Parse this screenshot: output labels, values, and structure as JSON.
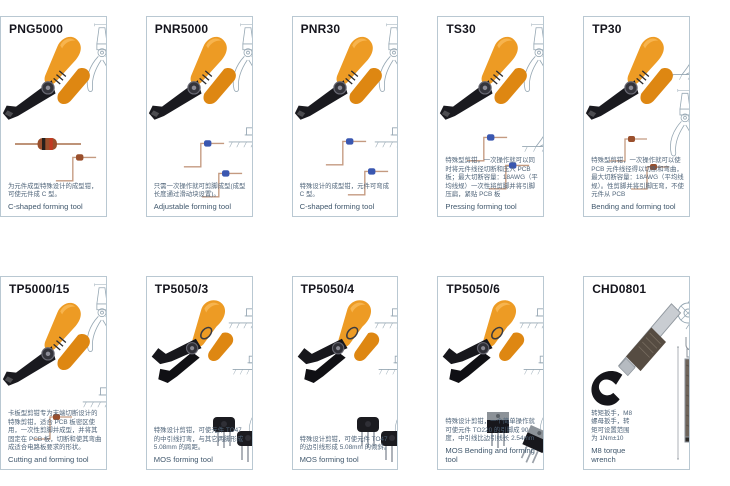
{
  "page": {
    "background": "#ffffff",
    "card_border_color": "#b9c8d2",
    "title_color": "#15151d",
    "description_color": "#50657a",
    "handle_orange": "#ed9b24",
    "tool_black": "#1a1a1f",
    "lineart_color": "#96a7b3"
  },
  "products": [
    {
      "code": "PNG5000",
      "desc_zh": "为元件成型特殊设计的成型钳，可使元件成 C 型。",
      "desc_en": "C-shaped forming tool"
    },
    {
      "code": "PNR5000",
      "desc_zh": "只需一次操作就可剪脚成型(成型长度通过滑动块设置)。",
      "desc_en": "Adjustable forming tool"
    },
    {
      "code": "PNR30",
      "desc_zh": "特殊设计的成型钳，元件可弯成 C 型。",
      "desc_en": "C-shaped forming tool"
    },
    {
      "code": "TS30",
      "desc_zh": "特殊型剪钳，一次操作就可以同时将元件线径切断和压入 PCB 板；最大切断容量：18AWG（平均线规）一次性将剪脚并将引脚压扁，紧贴 PCB 板",
      "desc_en": "Pressing forming tool"
    },
    {
      "code": "TP30",
      "desc_zh": "特殊型剪钳，一次操作就可以使 PCB 元件线径得以切断和弯曲，最大切断容量：18AWG（平均线规）。性剪脚并将引脚压弯，不使元件从 PCB",
      "desc_en": "Bending and forming tool"
    },
    {
      "code": "TP5000/15",
      "desc_zh": "卡板型剪钳专为末端切断设计的特殊剪钳，适合 PCB 板密区使用，一次性剪脚并成型，并将其固定在 PCB 板，切断和使其弯曲成适合电路板要求的形状。",
      "desc_en": "Cutting and forming tool"
    },
    {
      "code": "TP5050/3",
      "desc_zh": "特殊设计剪钳，可使元件 TO47 的中引线打弯，与其它两脚形成 5.08mm 的跨距。",
      "desc_en": "MOS forming tool"
    },
    {
      "code": "TP5050/4",
      "desc_zh": "特殊设计剪钳，可使元件 TO47 的边引线形成 5.08mm 的倾斜。",
      "desc_en": "MOS forming tool"
    },
    {
      "code": "TP5050/6",
      "desc_zh": "特殊设计剪钳，一个简单操作就可使元件 TO220 的引脚成 90 度，中引线比边引线长 2.54mm",
      "desc_en": "MOS Bending and forming tool"
    },
    {
      "code": "CHD0801",
      "desc_zh": "转矩扳手，M8 螺母扳手，转矩可设置范围为 1Nm±10",
      "desc_en": "M8 torque wrench"
    }
  ]
}
